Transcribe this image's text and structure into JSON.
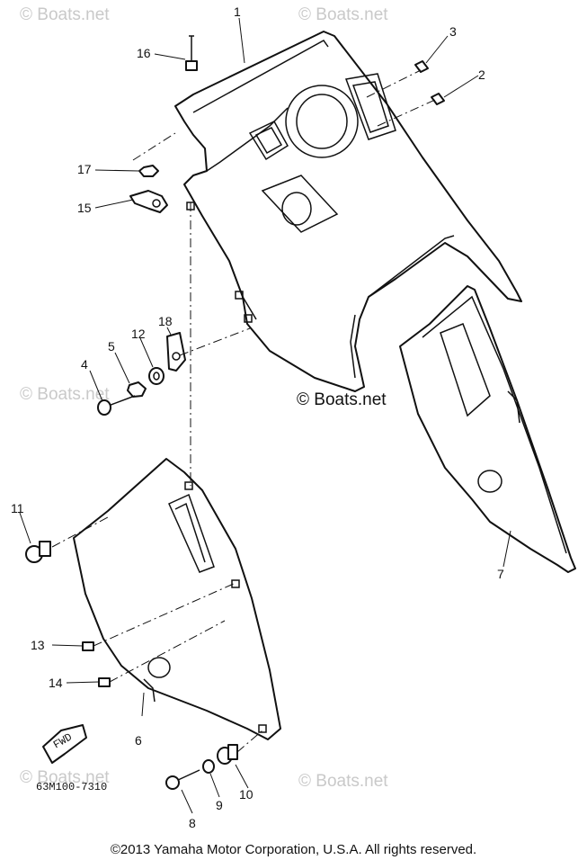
{
  "watermark": "© Boats.net",
  "diagram_code": "63M100-7310",
  "fwd_label": "FWD",
  "copyright": "©2013 Yamaha Motor Corporation, U.S.A. All rights reserved.",
  "callouts": [
    "1",
    "2",
    "3",
    "4",
    "5",
    "6",
    "7",
    "8",
    "9",
    "10",
    "11",
    "12",
    "13",
    "14",
    "15",
    "16",
    "17",
    "18"
  ]
}
